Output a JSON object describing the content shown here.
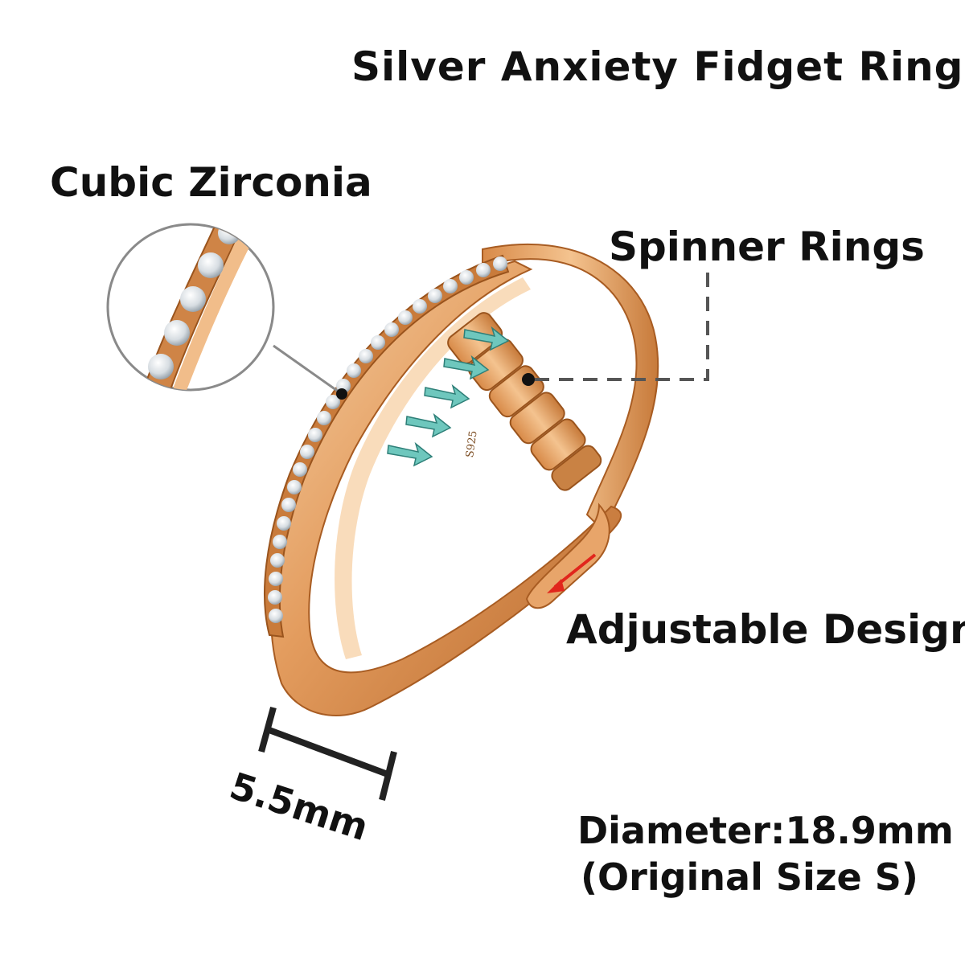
{
  "title": "Silver Anxiety Fidget Ring",
  "labels": {
    "stones": "Cubic Zirconia",
    "spinners": "Spinner Rings",
    "adjustable": "Adjustable Design",
    "width": "5.5mm",
    "diameter": "Diameter:18.9mm",
    "original_size": "(Original Size S)",
    "stamp": "S925"
  },
  "colors": {
    "gold_light": "#f3c08e",
    "gold_mid": "#e0975a",
    "gold_dark": "#b8682b",
    "arrow_teal": "#6ec7bd",
    "arrow_red": "#e1261c",
    "text": "#111111"
  },
  "icons": {
    "spin_arrows": "teal-arrow-icon",
    "adjust_arrow": "red-arrow-icon"
  }
}
